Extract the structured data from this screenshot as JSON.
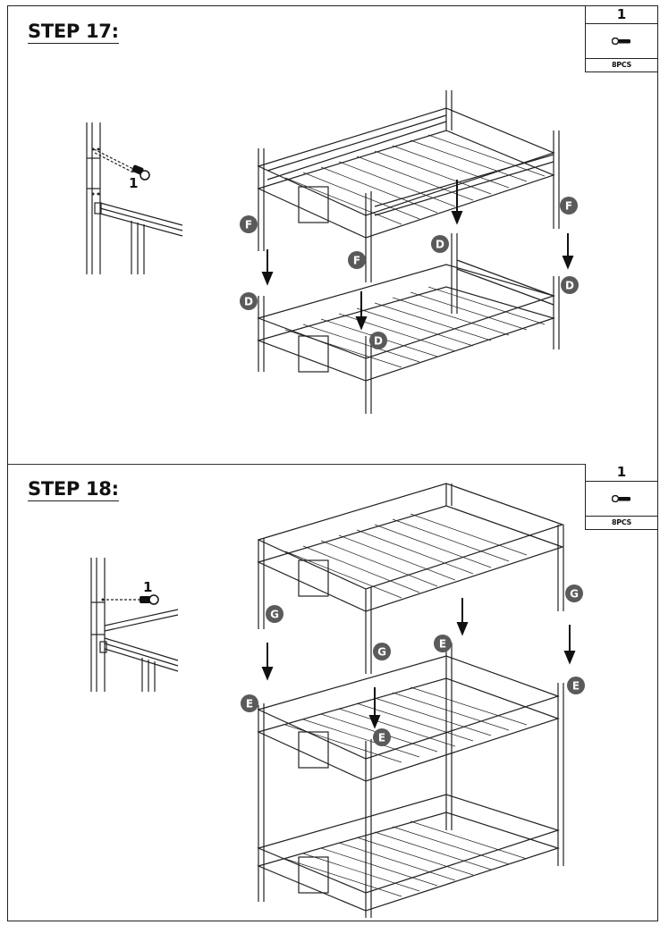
{
  "steps": [
    {
      "title": "STEP 17:",
      "part": {
        "number": "1",
        "icon": "bolt-icon",
        "quantity": "8PCS"
      },
      "detail_callout": "1",
      "labels": {
        "upper_legs": [
          "F",
          "F",
          "F"
        ],
        "lower_posts": [
          "D",
          "D",
          "D",
          "D"
        ]
      }
    },
    {
      "title": "STEP 18:",
      "part": {
        "number": "1",
        "icon": "bolt-icon",
        "quantity": "8PCS"
      },
      "detail_callout": "1",
      "labels": {
        "upper_legs": [
          "G",
          "G",
          "G"
        ],
        "lower_posts": [
          "E",
          "E",
          "E",
          "E"
        ]
      }
    }
  ],
  "colors": {
    "line": "#222222",
    "badge": "#5a5a5a"
  }
}
